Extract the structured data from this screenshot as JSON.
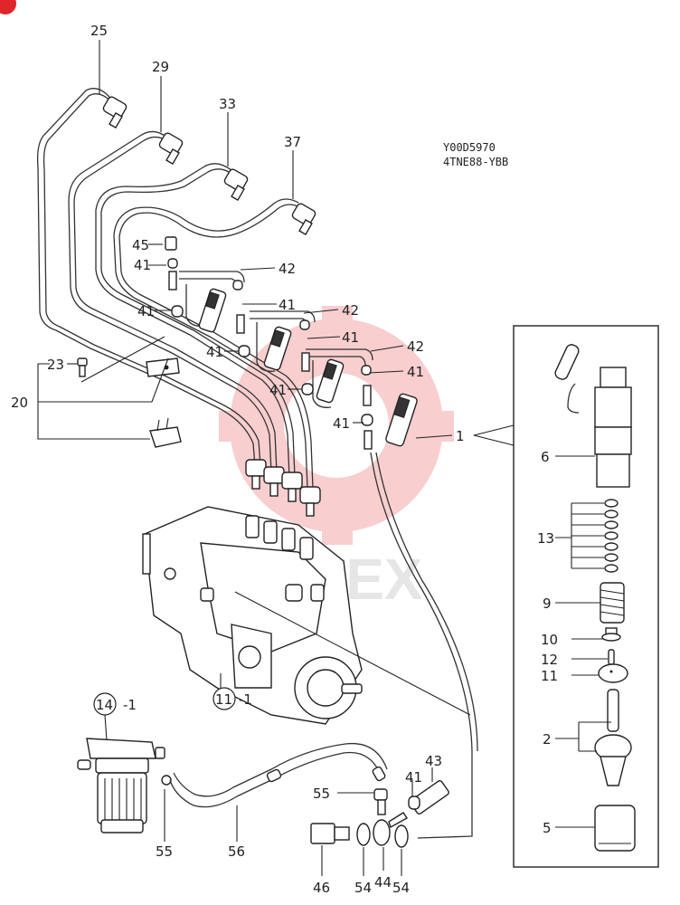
{
  "diagram": {
    "codes": [
      "Y00D5970",
      "4TNE88-YBB"
    ],
    "watermark": "IMTEX",
    "accent_color": "#e0262b",
    "labels": {
      "l25": "25",
      "l29": "29",
      "l33": "33",
      "l37": "37",
      "l45": "45",
      "l41a": "41",
      "l42a": "42",
      "l41b": "41",
      "l41c": "41",
      "l42b": "42",
      "l41d": "41",
      "l41e": "41",
      "l42c": "42",
      "l41f": "41",
      "l41g": "41",
      "l41h": "41",
      "l23": "23",
      "l20": "20",
      "l1": "1",
      "l6": "6",
      "l13": "13",
      "l9": "9",
      "l10": "10",
      "l12": "12",
      "l11": "11",
      "l2": "2",
      "l5": "5",
      "l11b_circle": "11",
      "l11b_suffix": "-1",
      "l14_circle": "14",
      "l14_suffix": "-1",
      "l55a": "55",
      "l43": "43",
      "l41i": "41",
      "l55b": "55",
      "l56": "56",
      "l46": "46",
      "l54a": "54",
      "l44": "44",
      "l54b": "54"
    }
  }
}
